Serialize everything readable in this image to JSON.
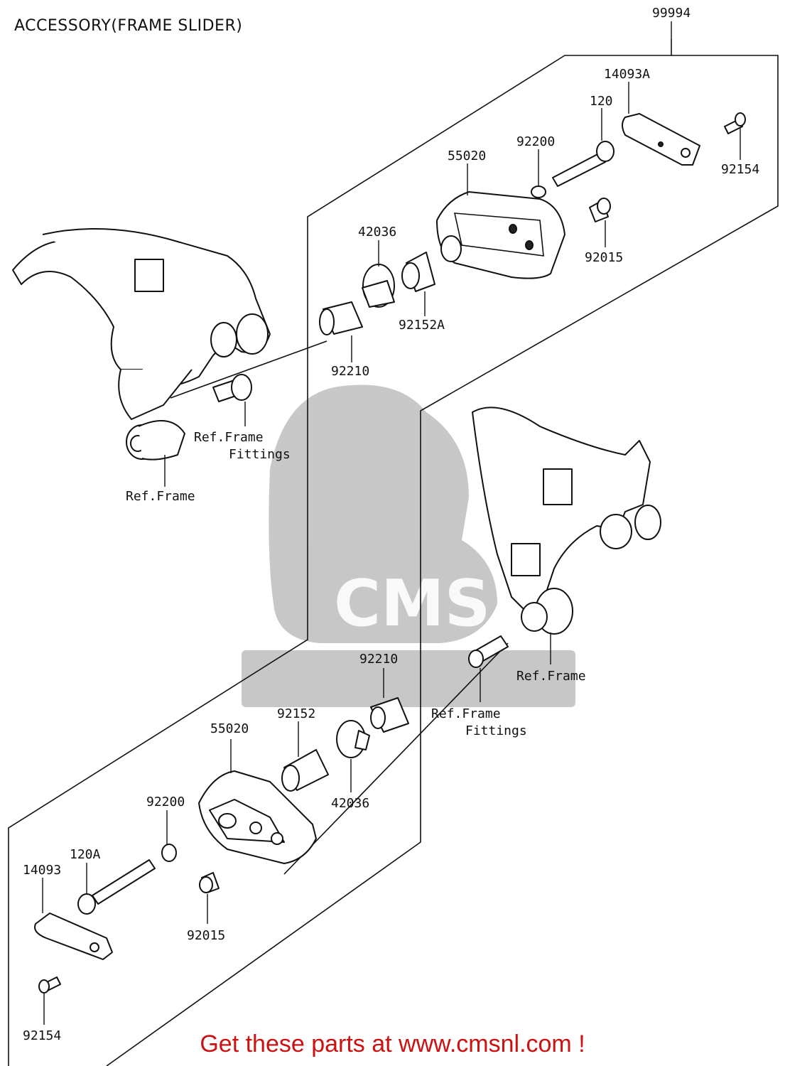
{
  "title": "ACCESSORY(FRAME SLIDER)",
  "footer": "Get these parts at www.cmsnl.com !",
  "watermark": "CMS",
  "labels": {
    "p99994": "99994",
    "p14093A": "14093A",
    "p120": "120",
    "p92154_top": "92154",
    "p92200_top": "92200",
    "p55020_top": "55020",
    "p42036_top": "42036",
    "p92015_top": "92015",
    "p92152A": "92152A",
    "p92210_top": "92210",
    "ref_frame_fittings_top_1": "Ref.Frame",
    "ref_frame_fittings_top_2": "Fittings",
    "ref_frame_top": "Ref.Frame",
    "ref_frame_right": "Ref.Frame",
    "p92210_mid": "92210",
    "p92152": "92152",
    "ref_frame_fittings_mid_1": "Ref.Frame",
    "ref_frame_fittings_mid_2": "Fittings",
    "p55020_bot": "55020",
    "p42036_bot": "42036",
    "p92200_bot": "92200",
    "p120A": "120A",
    "p14093": "14093",
    "p92015_bot": "92015",
    "p92154_bot": "92154"
  }
}
